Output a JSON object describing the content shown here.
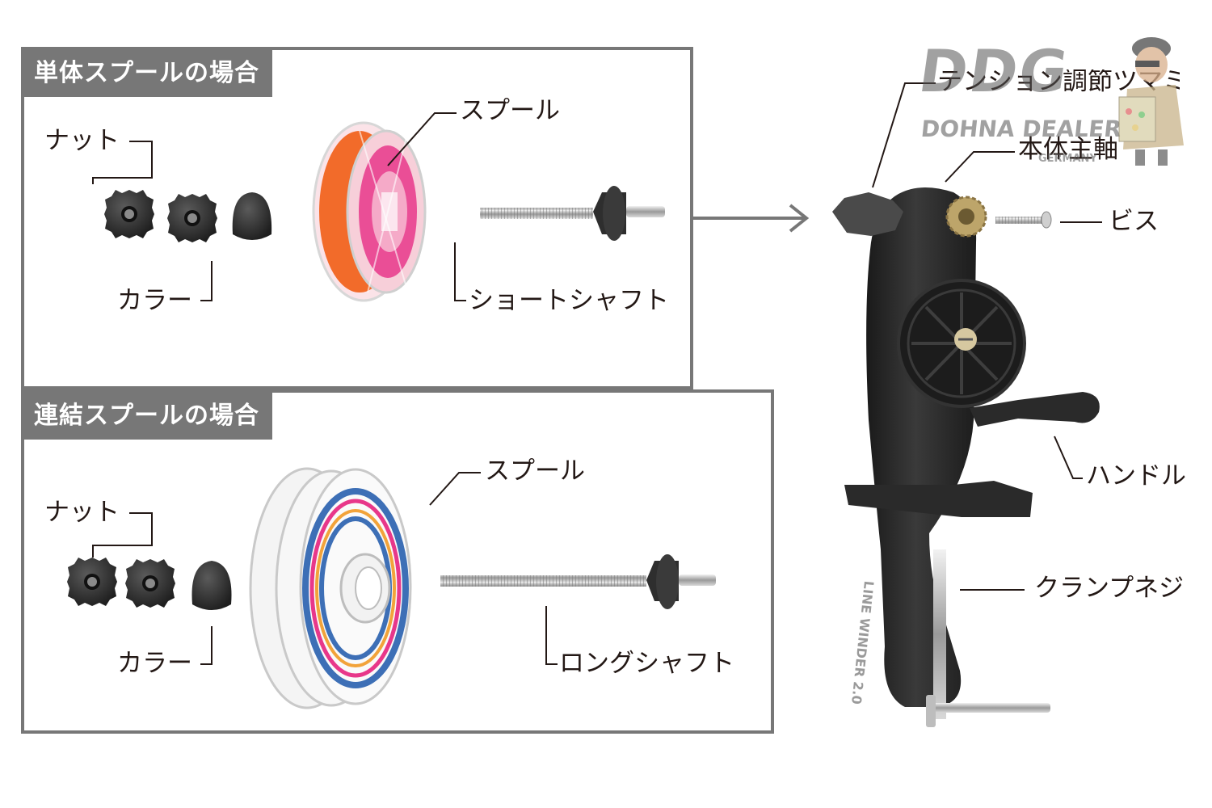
{
  "single_panel": {
    "title": "単体スプールの場合",
    "labels": {
      "nut": "ナット",
      "collar": "カラー",
      "spool": "スプール",
      "short_shaft": "ショートシャフト"
    }
  },
  "linked_panel": {
    "title": "連結スプールの場合",
    "labels": {
      "nut": "ナット",
      "collar": "カラー",
      "spool": "スプール",
      "long_shaft": "ロングシャフト"
    }
  },
  "main_unit": {
    "labels": {
      "tension_knob": "テンション調節ツマミ",
      "main_shaft": "本体主軸",
      "screw": "ビス",
      "handle": "ハンドル",
      "clamp_screw": "クランプネジ"
    },
    "body_print": "LINE WINDER 2.0"
  },
  "watermark": {
    "logo": "DDG",
    "name": "DOHNA DEALER",
    "country": "GERMANY"
  },
  "colors": {
    "panel_border": "#777777",
    "header_bg": "#777777",
    "part_dark": "#2b2b2b",
    "spool_orange": "#f26b2a",
    "spool_pink": "#e8378a"
  }
}
